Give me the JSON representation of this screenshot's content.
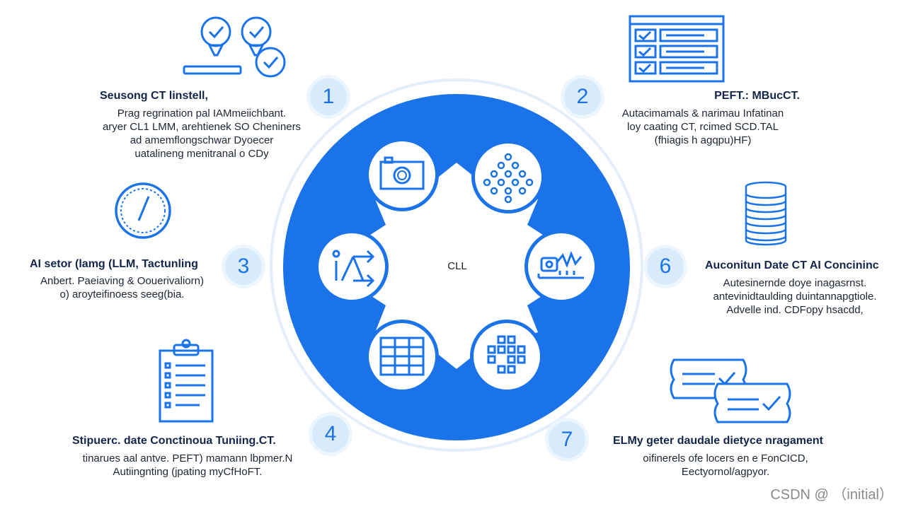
{
  "colors": {
    "accent": "#1a73e8",
    "badge_bg": "#d8ebfb",
    "ring": "#e2eefb"
  },
  "center": {
    "label": "CLL"
  },
  "badges": [
    "1",
    "2",
    "3",
    "4",
    "6",
    "7"
  ],
  "items": {
    "i1": {
      "title": "Seusong CT linstell,",
      "lines": [
        "Prag regrination  pal IAMmeiichbant.",
        "aryer CL1 LMM, arehtienek SO Cheniners",
        "ad amemflongschwar Dyoecer",
        "uatalineng menitranal o CDy"
      ]
    },
    "i2": {
      "title": "PEFT.: MBucCT.",
      "lines": [
        "Autacimamals & narimau Infatinan",
        "loy caating CT, rcimed SCD.TAL",
        "(fhiagis h agqpu)HF)"
      ]
    },
    "i3": {
      "title": "AI setor (lamg (LLM, Tactunling",
      "lines": [
        "Anbert.  Paeiaving & Oouerivaliorn)",
        "o) aroyteifinoess seeg(bia."
      ]
    },
    "i4": {
      "title": "Stipuerc. date Conctinoua Tuniing.CT.",
      "lines": [
        "tinarues aal antve. PEFT) mamann lbpmer.N",
        "Autiingnting (jpating myCfHoFT."
      ]
    },
    "i6": {
      "title": "Auconitun Date CT AI Concininc",
      "lines": [
        "Autesinernde doye inagasrnst.",
        "antevinidtaulding duintannapgtiole.",
        "Advelle ind. CDFopy hsacdd,"
      ]
    },
    "i7": {
      "title": "ELMy geter daudale dietyce nragament",
      "lines": [
        "oifinerels ofe locers en e FonCICD,",
        "Eectyornol/agpyor."
      ]
    }
  },
  "watermark": "CSDN @ （initial）"
}
